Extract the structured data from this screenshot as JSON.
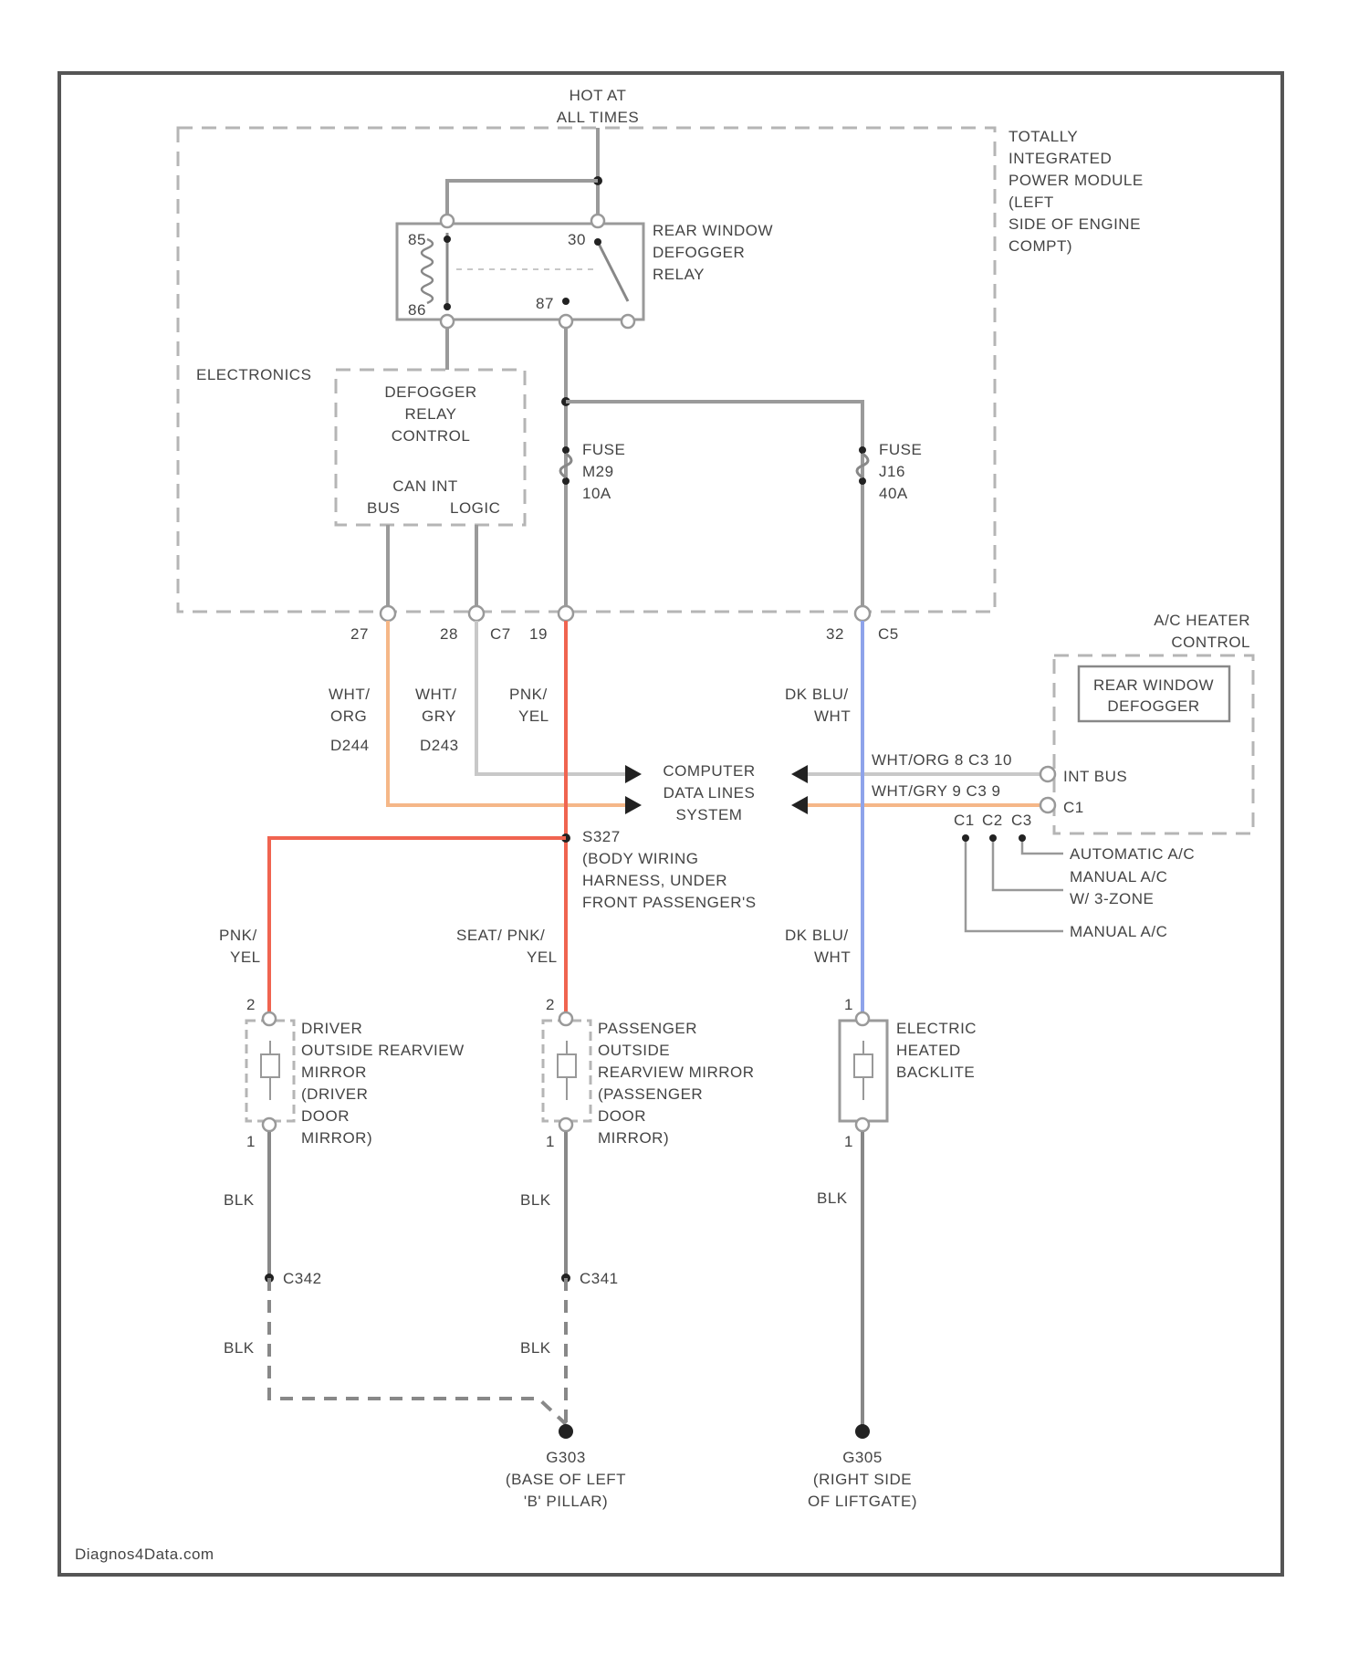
{
  "colors": {
    "gray": "#9a9a9a",
    "pink": "#f06450",
    "orange": "#f5b788",
    "blue": "#8ea3ea",
    "light": "#c8c8c8",
    "black": "#222222"
  },
  "labels": {
    "hot_at_all_times": [
      "HOT AT",
      "ALL TIMES"
    ],
    "tipm": [
      "TOTALLY",
      "INTEGRATED",
      "POWER MODULE",
      "(LEFT",
      "SIDE OF ENGINE",
      "COMPT)"
    ],
    "relay_name": [
      "REAR WINDOW",
      "DEFOGGER",
      "RELAY"
    ],
    "relay_pins": {
      "p85": "85",
      "p86": "86",
      "p30": "30",
      "p87": "87"
    },
    "electronics": "ELECTRONICS",
    "relay_control": [
      "DEFOGGER",
      "RELAY",
      "CONTROL"
    ],
    "can_int": "CAN INT",
    "bus": "BUS",
    "logic": "LOGIC",
    "fuse_m": [
      "FUSE",
      "M29",
      "10A"
    ],
    "fuse_j": [
      "FUSE",
      "J16",
      "40A"
    ],
    "tipm_pins": {
      "a": "27",
      "b": "28",
      "c": "C7",
      "d": "19",
      "e": "32",
      "f": "C5"
    },
    "wire_wht_org": [
      "WHT/",
      "ORG"
    ],
    "wire_wht_gry": [
      "WHT/",
      "GRY"
    ],
    "wire_pnk_yel": [
      "PNK/",
      "YEL"
    ],
    "wire_dkblu_wht": [
      "DK BLU/",
      "WHT"
    ],
    "splice_a": "D244",
    "splice_b": "D243",
    "cdl": [
      "COMPUTER",
      "DATA LINES",
      "SYSTEM"
    ],
    "ac_heater": [
      "A/C HEATER",
      "CONTROL"
    ],
    "rwd_button": [
      "REAR WINDOW",
      "DEFOGGER"
    ],
    "ac_bus_lines": [
      "WHT/ORG 8  C3 10",
      "WHT/GRY 9  C3 9"
    ],
    "int_bus": "INT BUS",
    "c_small": [
      "C1",
      "C2",
      "C3",
      "C1"
    ],
    "option_list": [
      "AUTOMATIC A/C",
      "MANUAL A/C",
      "W/ 3-ZONE",
      "MANUAL A/C"
    ],
    "s327": [
      "S327",
      "(BODY WIRING",
      "HARNESS, UNDER",
      "FRONT PASSENGER'S"
    ],
    "wire_pnk_yel_2": [
      "PNK/",
      "YEL"
    ],
    "wire_dkblu_wht_2": [
      "DK BLU/",
      "WHT"
    ],
    "wire_seat": [
      "SEAT/ PNK/",
      "YEL"
    ],
    "driver_mirror": [
      "DRIVER",
      "OUTSIDE REARVIEW",
      "MIRROR",
      "(DRIVER",
      "DOOR",
      "MIRROR)"
    ],
    "pass_mirror": [
      "PASSENGER",
      "OUTSIDE",
      "REARVIEW MIRROR",
      "(PASSENGER",
      "DOOR",
      "MIRROR)"
    ],
    "backlite": [
      "ELECTRIC",
      "HEATED",
      "BACKLITE"
    ],
    "pin_numbers": {
      "d_top": "2",
      "d_bot": "1",
      "p_top": "2",
      "p_bot": "1",
      "b_top": "1",
      "b_bot": "1"
    },
    "blk": "BLK",
    "c342": "C342",
    "c341": "C341",
    "g303": [
      "G303",
      "(BASE OF LEFT",
      "'B' PILLAR)"
    ],
    "g305": [
      "G305",
      "(RIGHT SIDE",
      "OF LIFTGATE)"
    ],
    "watermark": "Diagnos4Data.com"
  }
}
